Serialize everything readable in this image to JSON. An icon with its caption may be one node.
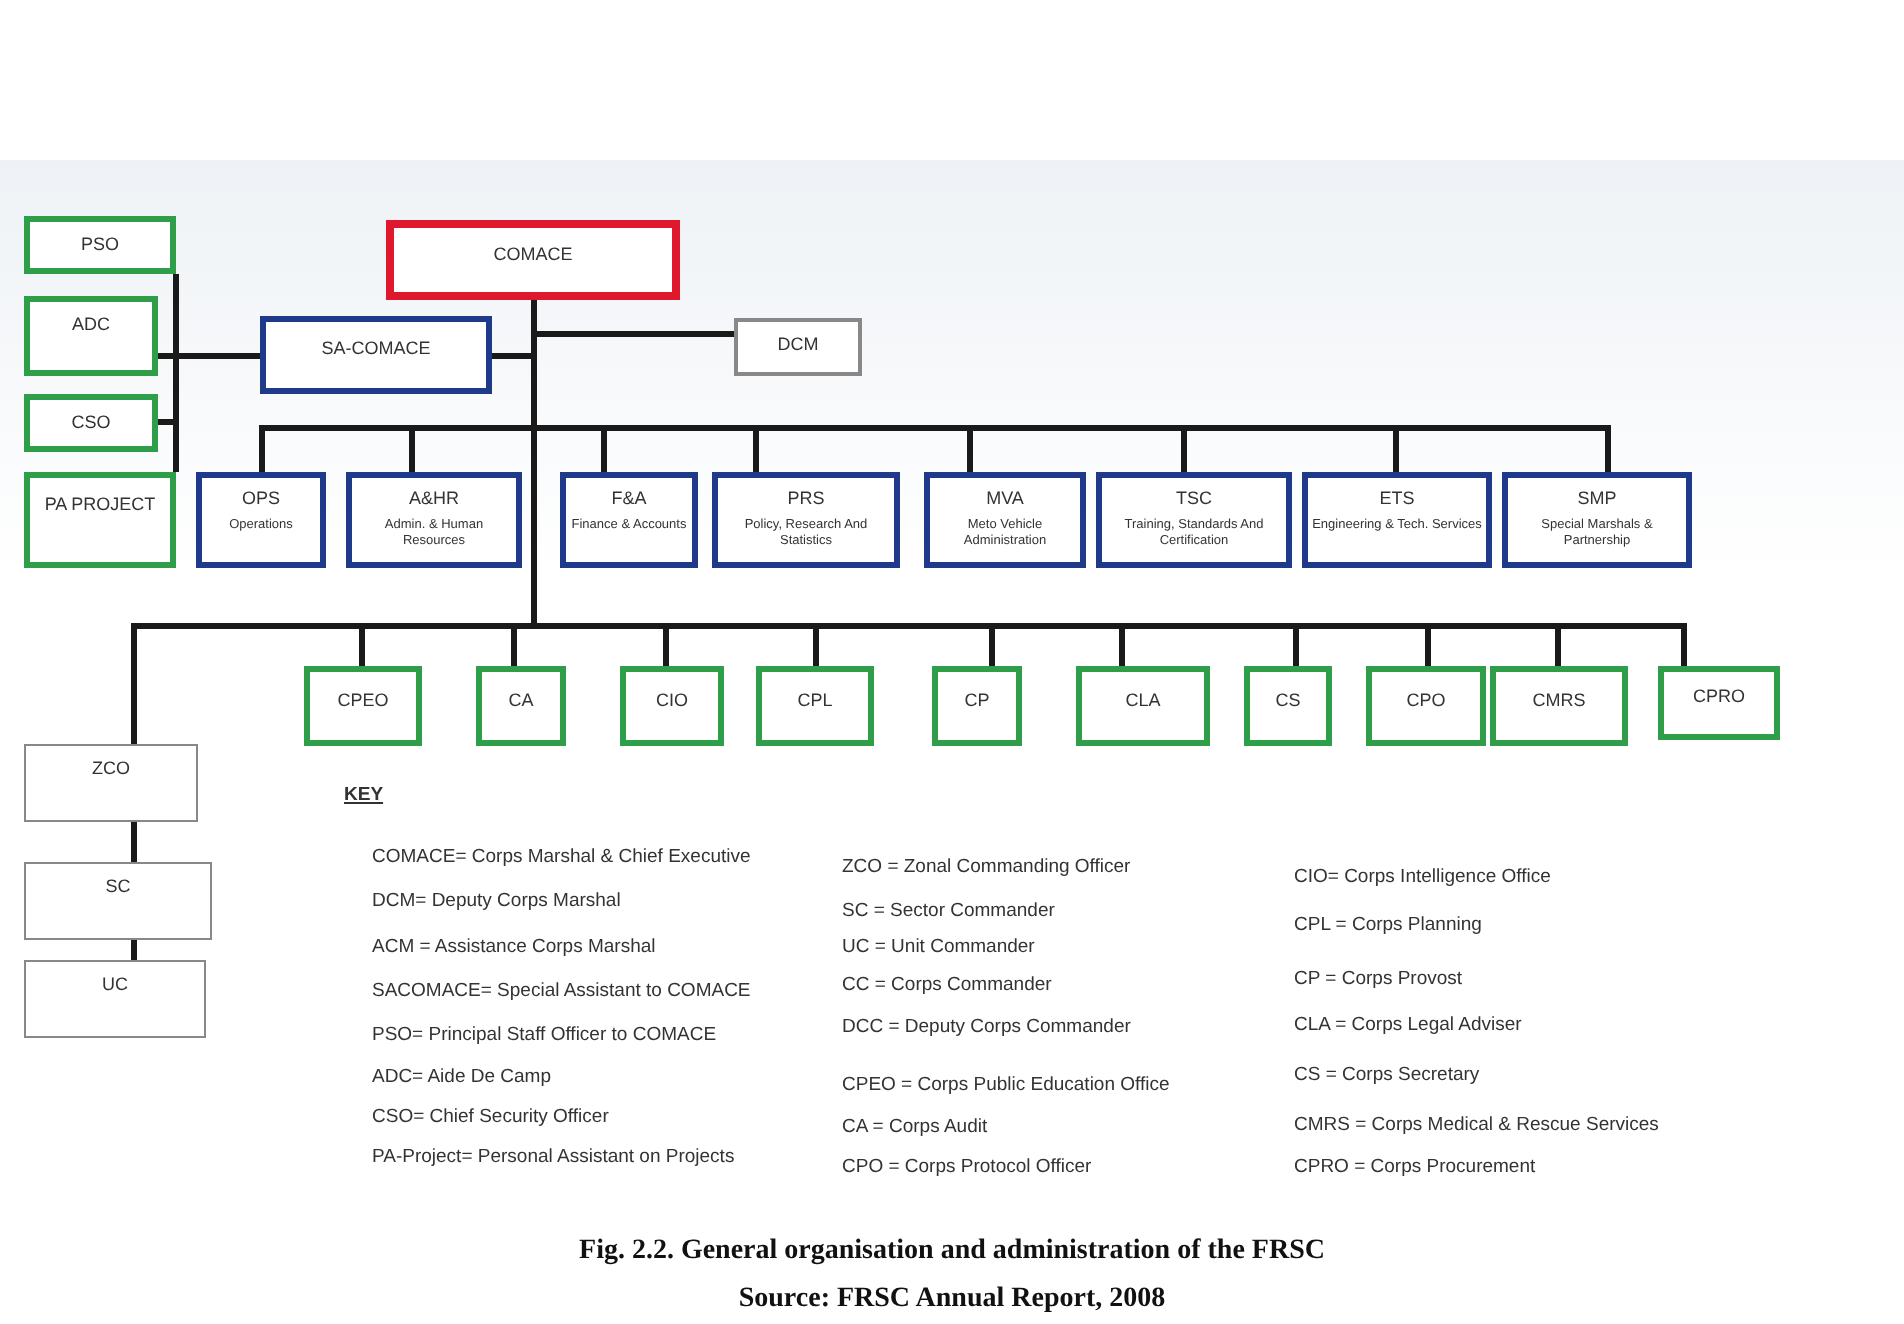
{
  "diagram": {
    "caption": "Fig. 2.2. General organisation and administration of the FRSC",
    "nodes": [
      {
        "text": [
          "COMACE"
        ]
      },
      {
        "text": [
          "SA-COMACE"
        ]
      },
      {
        "text": [
          "DCM"
        ]
      },
      {
        "text": [
          "PSO"
        ]
      },
      {
        "text": [
          "ADC"
        ]
      },
      {
        "text": [
          "CSO"
        ]
      },
      {
        "text": [
          "PA PROJECT"
        ]
      },
      {
        "text": [
          "OPS",
          "Operations"
        ]
      },
      {
        "text": [
          "A&HR",
          "Admin. & Human Resources"
        ]
      },
      {
        "text": [
          "F&A",
          "Finance & Accounts"
        ]
      },
      {
        "text": [
          "PRS",
          "Policy, Research And Statistics"
        ]
      },
      {
        "text": [
          "MVA",
          "Meto Vehicle Administration"
        ]
      },
      {
        "text": [
          "TSC",
          "Training, Standards And Certification"
        ]
      },
      {
        "text": [
          "ETS",
          "Engineering & Tech. Services"
        ]
      },
      {
        "text": [
          "SMP",
          "Special Marshals & Partnership"
        ]
      },
      {
        "text": [
          "CPEO"
        ]
      },
      {
        "text": [
          "CA"
        ]
      },
      {
        "text": [
          "CIO"
        ]
      },
      {
        "text": [
          "CPL"
        ]
      },
      {
        "text": [
          "CP"
        ]
      },
      {
        "text": [
          "CLA"
        ]
      },
      {
        "text": [
          "CS"
        ]
      },
      {
        "text": [
          "CPO"
        ]
      },
      {
        "text": [
          "CMRS"
        ]
      },
      {
        "text": [
          "CPRO"
        ]
      },
      {
        "text": [
          "ZCO"
        ]
      },
      {
        "text": [
          "SC"
        ]
      },
      {
        "text": [
          "UC"
        ]
      }
    ],
    "edges": [
      {
        "from": 0,
        "to": 1,
        "arrow": "none"
      },
      {
        "from": 0,
        "to": 2,
        "arrow": "none"
      },
      {
        "from": 1,
        "to": 3,
        "arrow": "none"
      },
      {
        "from": 1,
        "to": 4,
        "arrow": "none"
      },
      {
        "from": 1,
        "to": 5,
        "arrow": "none"
      },
      {
        "from": 1,
        "to": 6,
        "arrow": "none"
      },
      {
        "from": 0,
        "to": 7,
        "arrow": "none"
      },
      {
        "from": 0,
        "to": 8,
        "arrow": "none"
      },
      {
        "from": 0,
        "to": 9,
        "arrow": "none"
      },
      {
        "from": 0,
        "to": 10,
        "arrow": "none"
      },
      {
        "from": 0,
        "to": 11,
        "arrow": "none"
      },
      {
        "from": 0,
        "to": 12,
        "arrow": "none"
      },
      {
        "from": 0,
        "to": 13,
        "arrow": "none"
      },
      {
        "from": 0,
        "to": 14,
        "arrow": "none"
      },
      {
        "from": 0,
        "to": 15,
        "arrow": "none"
      },
      {
        "from": 0,
        "to": 16,
        "arrow": "none"
      },
      {
        "from": 0,
        "to": 17,
        "arrow": "none"
      },
      {
        "from": 0,
        "to": 18,
        "arrow": "none"
      },
      {
        "from": 0,
        "to": 19,
        "arrow": "none"
      },
      {
        "from": 0,
        "to": 20,
        "arrow": "none"
      },
      {
        "from": 0,
        "to": 21,
        "arrow": "none"
      },
      {
        "from": 0,
        "to": 22,
        "arrow": "none"
      },
      {
        "from": 0,
        "to": 23,
        "arrow": "none"
      },
      {
        "from": 0,
        "to": 24,
        "arrow": "none"
      },
      {
        "from": 0,
        "to": 25,
        "arrow": "none"
      },
      {
        "from": 25,
        "to": 26,
        "arrow": "none"
      },
      {
        "from": 26,
        "to": 27,
        "arrow": "none"
      }
    ],
    "labels": [
      "KEY",
      "COMACE= Corps Marshal & Chief Executive",
      "DCM= Deputy Corps Marshal",
      "ACM = Assistance Corps Marshal",
      "SACOMACE= Special Assistant to COMACE",
      "PSO= Principal Staff Officer to COMACE",
      "ADC= Aide De Camp",
      "CSO= Chief Security Officer",
      "PA-Project= Personal Assistant on Projects",
      "ZCO = Zonal Commanding Officer",
      "SC = Sector Commander",
      "UC = Unit Commander",
      "CC = Corps Commander",
      "DCC = Deputy Corps Commander",
      "CPEO = Corps Public Education Office",
      "CA = Corps Audit",
      "CPO = Corps Protocol Officer",
      "CIO= Corps Intelligence Office",
      "CPL = Corps Planning",
      "CP = Corps Provost",
      "CLA = Corps Legal Adviser",
      "CS = Corps Secretary",
      "CMRS = Corps Medical & Rescue Services",
      "CPRO = Corps Procurement",
      "Source: FRSC Annual Report, 2008"
    ]
  }
}
